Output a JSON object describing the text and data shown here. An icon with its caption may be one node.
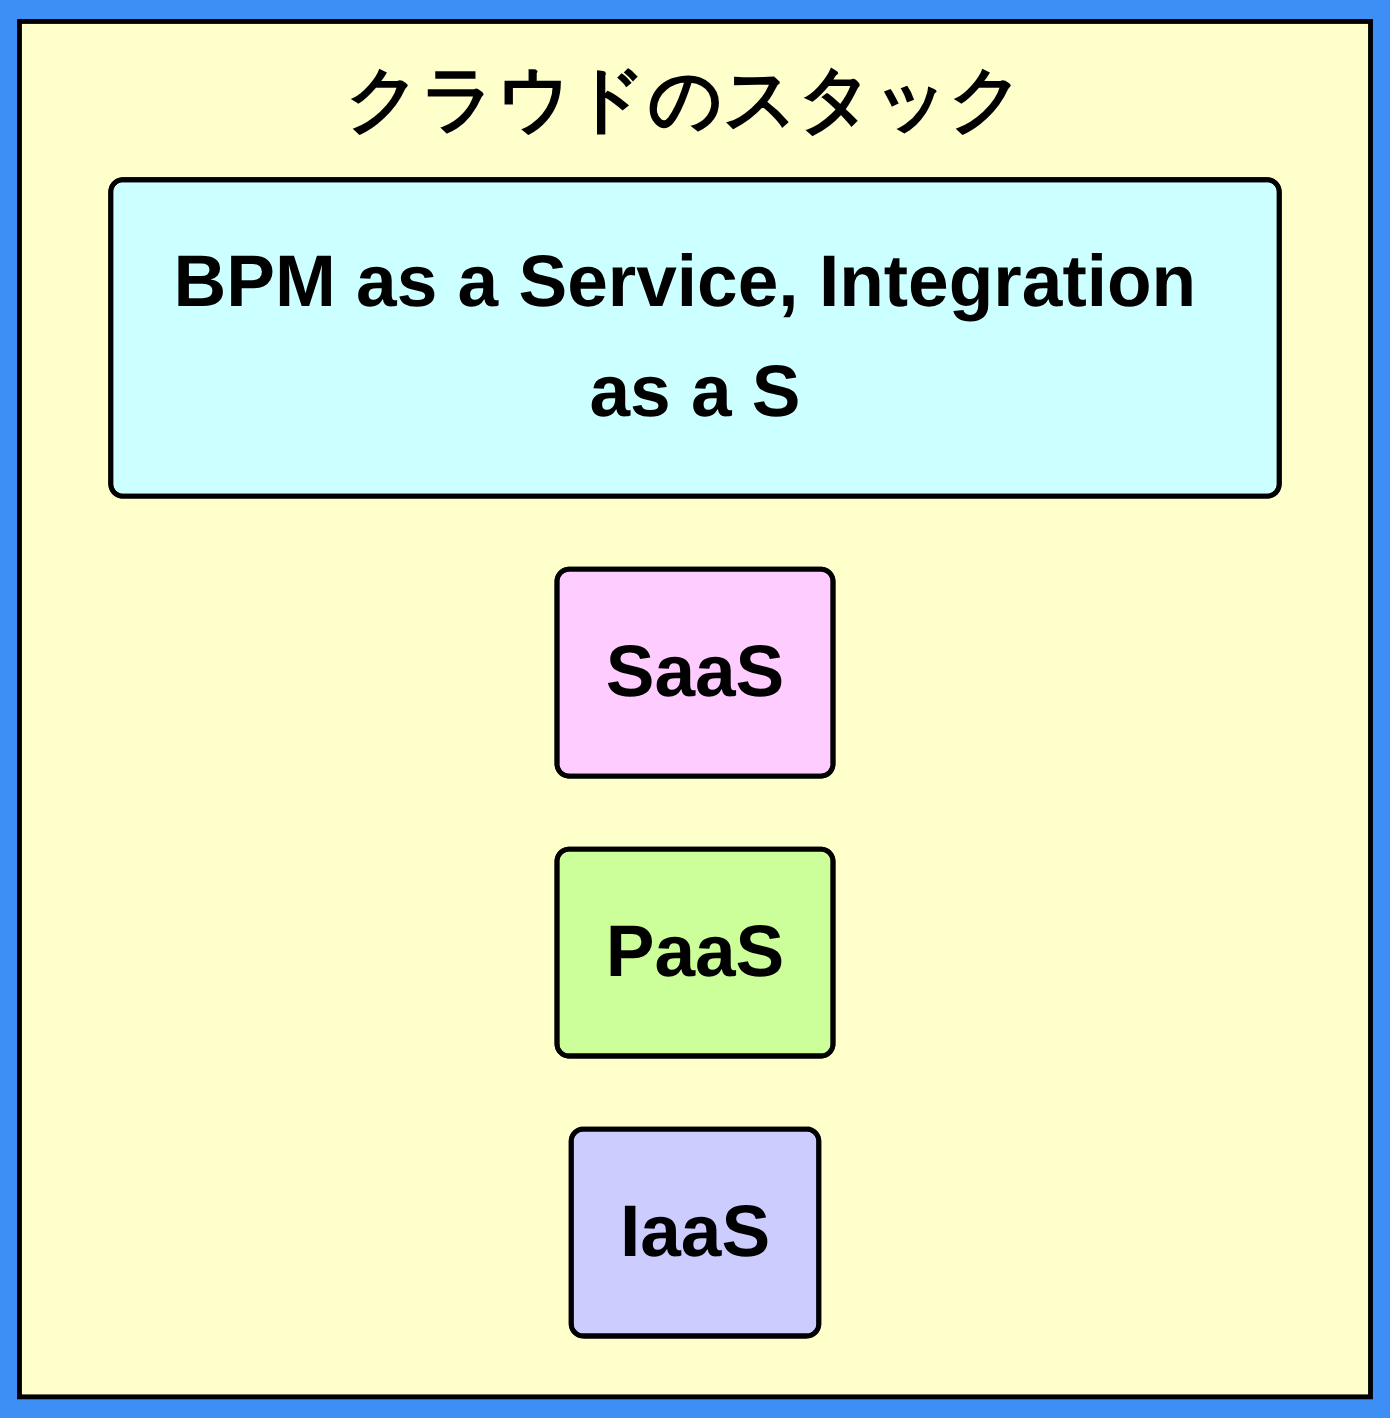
{
  "diagram": {
    "nodes": [
      {
        "text": [
          "クラウドのスタック"
        ]
      },
      {
        "text": [
          "BPM as a Service, Integration as a S"
        ],
        "in": 0
      },
      {
        "text": [
          "SaaS"
        ],
        "in": 0
      },
      {
        "text": [
          "PaaS"
        ],
        "in": 0
      },
      {
        "text": [
          "IaaS"
        ],
        "in": 0
      }
    ]
  }
}
